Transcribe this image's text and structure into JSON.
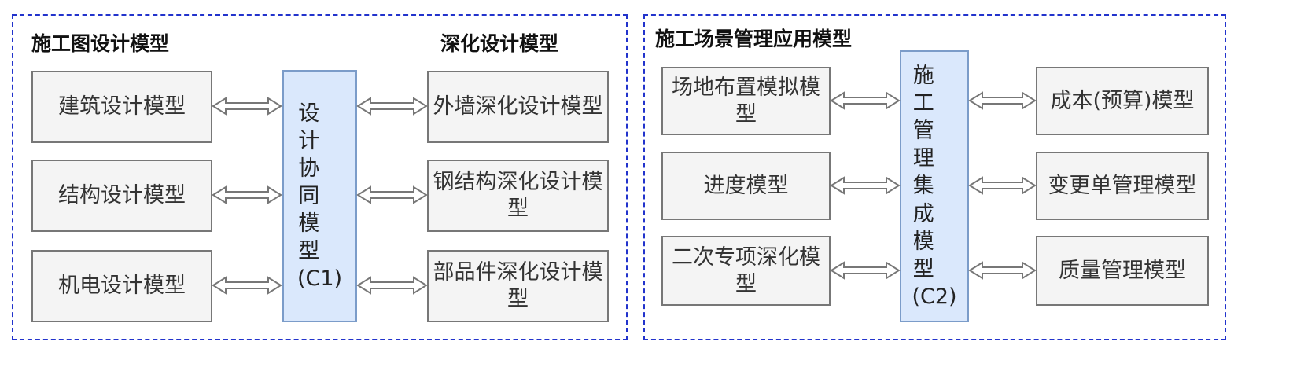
{
  "left_group": {
    "title_left": "施工图设计模型",
    "title_right": "深化设计模型",
    "sources": [
      "建筑设计模型",
      "结构设计模型",
      "机电设计模型"
    ],
    "hub": {
      "label": "设计协同模型",
      "code": "(C1)"
    },
    "targets": [
      "外墙深化设计模型",
      "钢结构深化设计模型",
      "部品件深化设计模型"
    ]
  },
  "right_group": {
    "title": "施工场景管理应用模型",
    "sources": [
      "场地布置模拟模型",
      "进度模型",
      "二次专项深化模型"
    ],
    "hub": {
      "label": "施工管理集成模型",
      "code": "(C2)"
    },
    "targets": [
      "成本(预算)模型",
      "变更单管理模型",
      "质量管理模型"
    ]
  },
  "colors": {
    "border_dash": "#2233cc",
    "hub_fill": "#dae8fc",
    "hub_border": "#7b9cc9",
    "box_fill": "#f4f4f4",
    "box_border": "#777777"
  }
}
